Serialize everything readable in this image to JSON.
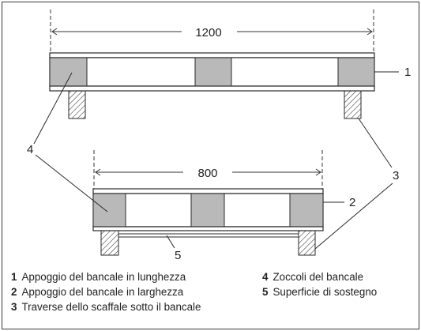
{
  "dimensions": {
    "length": "1200",
    "width": "800"
  },
  "callouts": {
    "c1": "1",
    "c2": "2",
    "c3": "3",
    "c4": "4",
    "c5": "5"
  },
  "legend": {
    "items": [
      {
        "num": "1",
        "text": "Appoggio del bancale in lunghezza"
      },
      {
        "num": "2",
        "text": "Appoggio del bancale in larghezza"
      },
      {
        "num": "3",
        "text": "Traverse dello scaffale sotto il bancale"
      },
      {
        "num": "4",
        "text": "Zoccoli del bancale"
      },
      {
        "num": "5",
        "text": "Superficie di sostegno"
      }
    ]
  },
  "colors": {
    "block_fill": "#b9b9b9",
    "line": "#2a2a2a"
  }
}
